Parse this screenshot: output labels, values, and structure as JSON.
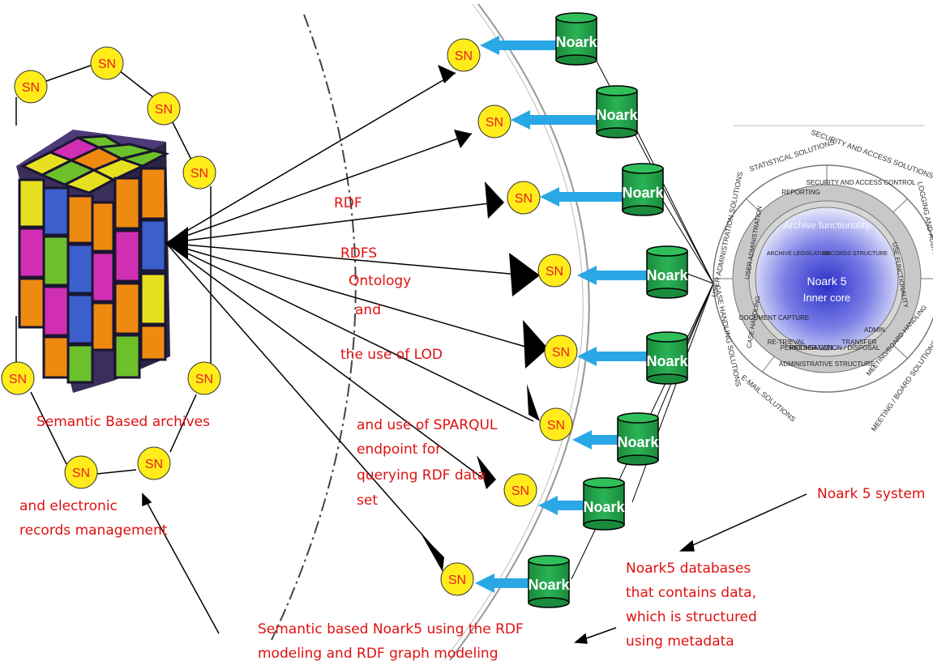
{
  "node_label": "SN",
  "db_label": "Noark",
  "left_captions": {
    "line1": "Semantic Based archives",
    "line2": "and electronic",
    "line3": "records management"
  },
  "center_labels": {
    "rdf": "RDF",
    "rdfs": "RDFS",
    "ontology": "Ontology",
    "and": "and",
    "lod": "the use of LOD",
    "sparql1": "and use of SPARQUL",
    "sparql2": "endpoint for",
    "sparql3": "querying RDF data",
    "sparql4": "set"
  },
  "bottom_caption": {
    "line1": "Semantic based Noark5 using the RDF",
    "line2": "modeling and RDF graph modeling"
  },
  "system_label": "Noark 5 system",
  "databases_caption": {
    "line1": "Noark5 databases",
    "line2": "that contains data,",
    "line3": "which is structured",
    "line4": "using metadata"
  },
  "wheel": {
    "center_title": "Noark 5",
    "center_subtitle": "Inner core",
    "archive_functionality": "Archive functionality",
    "archive_legislation": "ARCHIVE LEGISLATION",
    "records_structure": "RECORDS STRUCTURE",
    "inner_ring": [
      "REPORTING",
      "SECURITY AND ACCESS CONTROL",
      "USE FUNCTIONALITY",
      "ADMIN.",
      "TRANSFER",
      "PRESER-VATION / DISPOSAL",
      "PERIODI-SATION",
      "RE-TRIEVAL",
      "DOCUMENT CAPTURE",
      "CASE HANDLING",
      "USER ADMINISTRATION",
      "ADMINISTRATIVE STRUCTURE",
      "MEETING/BOARD HANDLING"
    ],
    "outer_ring": [
      "STATISTICAL SOLUTIONS",
      "SECURITY AND ACCESS SOLUTIONS",
      "LOGGING AND AUDIT TRAIL SOLUTIONS",
      "MEETING / BOARD SOLUTIONS",
      "E-MAIL SOLUTIONS",
      "CASE HANDLING SOLUTIONS",
      "USER ADMINISTRATION SOLUTIONS"
    ]
  },
  "colors": {
    "node_fill": "#ffec1a",
    "node_text": "#e82020",
    "db_fill": "#21a24a",
    "arrow_fill": "#2aa8e6",
    "annotation_red": "#e01010",
    "wheel_center": "#3b3fd0"
  }
}
